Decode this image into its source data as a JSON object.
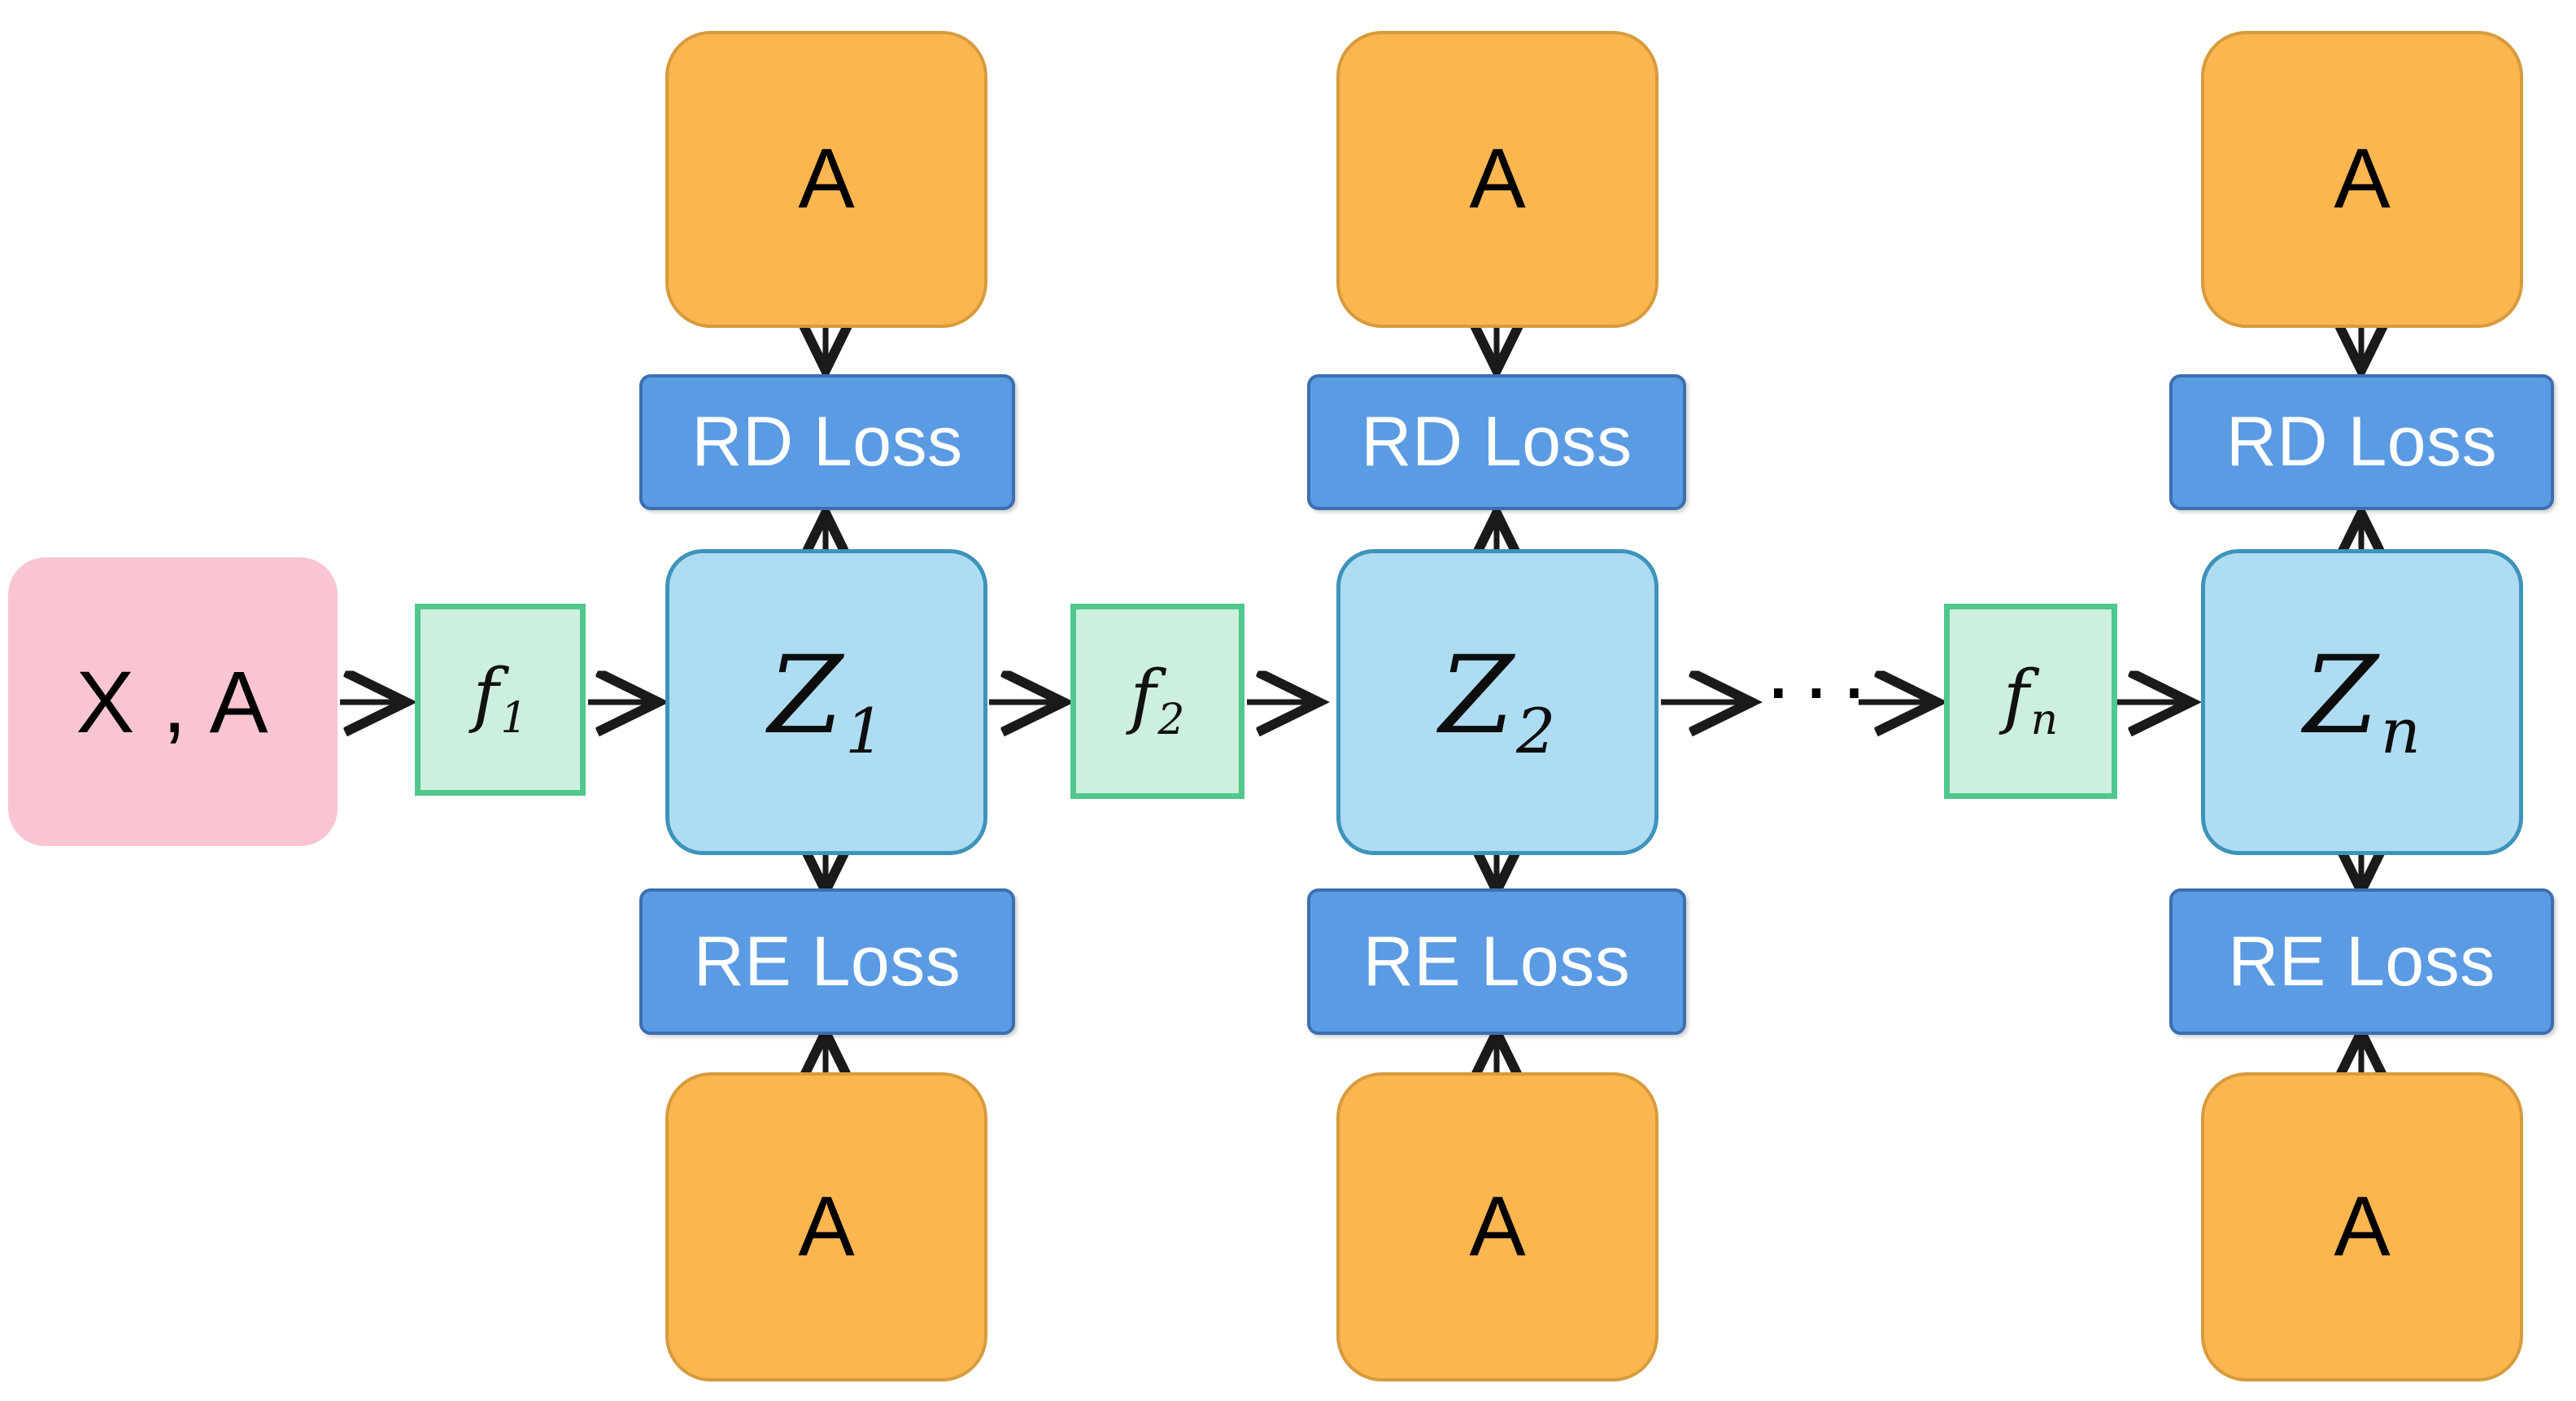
{
  "diagram": {
    "type": "flow-diagram",
    "title": "Hierarchical graph auto-encoder stack with RD / RE losses",
    "background": "#FFFFFF",
    "palette": {
      "input_fill": "#F9C5D1",
      "function_fill": "#CDEFDD",
      "function_border": "#4FC78E",
      "latent_fill": "#AEDCF2",
      "latent_border": "#3E93BA",
      "loss_fill": "#5B9BE3",
      "loss_border": "#3C6FB0",
      "loss_text": "#FFFFFF",
      "adjacency_fill": "#FBB650",
      "adjacency_border": "#D79B3C",
      "arrow_color": "#1A1A1A"
    },
    "ellipsis": "···"
  },
  "input_node": {
    "label": "X , A"
  },
  "stages": [
    {
      "function": {
        "base": "f",
        "sub": "1"
      },
      "latent": {
        "base": "Z",
        "sub": "1"
      },
      "top_adjacency": {
        "label": "A"
      },
      "bottom_adjacency": {
        "label": "A"
      },
      "top_loss": {
        "label": "RD Loss"
      },
      "bottom_loss": {
        "label": "RE Loss"
      }
    },
    {
      "function": {
        "base": "f",
        "sub": "2"
      },
      "latent": {
        "base": "Z",
        "sub": "2"
      },
      "top_adjacency": {
        "label": "A"
      },
      "bottom_adjacency": {
        "label": "A"
      },
      "top_loss": {
        "label": "RD Loss"
      },
      "bottom_loss": {
        "label": "RE Loss"
      }
    },
    {
      "function": {
        "base": "f",
        "sub": "n"
      },
      "latent": {
        "base": "Z",
        "sub": "n"
      },
      "top_adjacency": {
        "label": "A"
      },
      "bottom_adjacency": {
        "label": "A"
      },
      "top_loss": {
        "label": "RD Loss"
      },
      "bottom_loss": {
        "label": "RE Loss"
      }
    }
  ]
}
